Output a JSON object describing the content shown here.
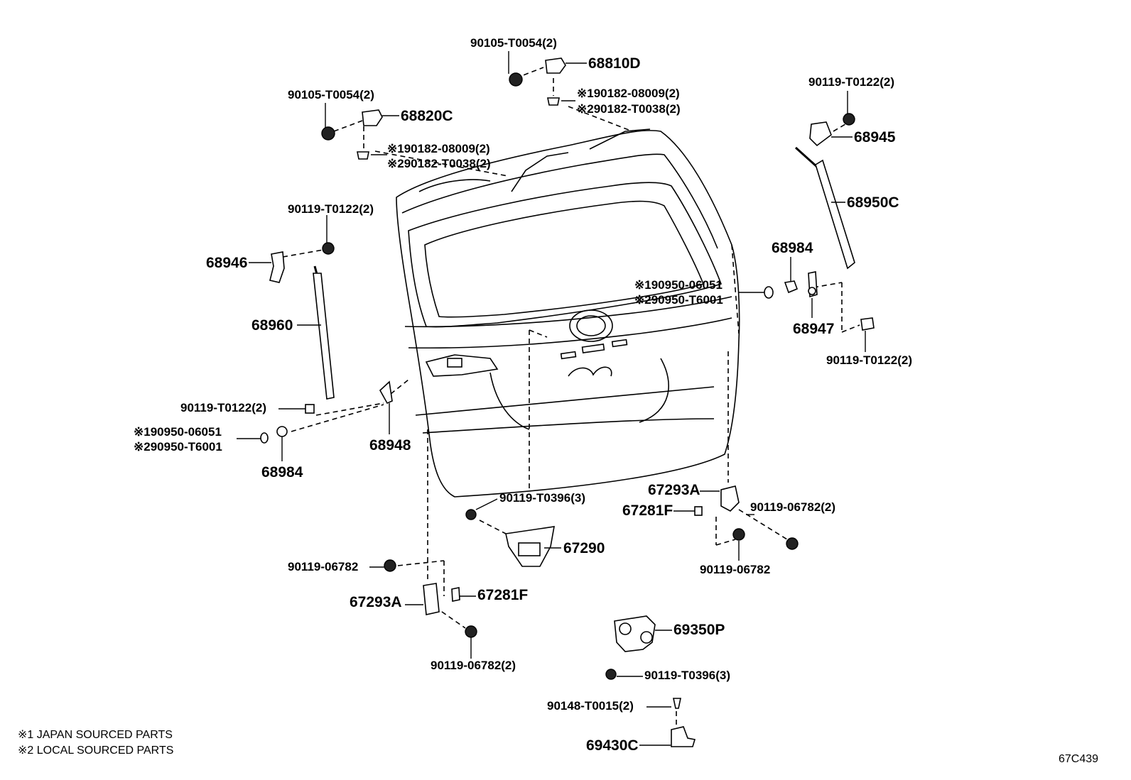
{
  "callouts": {
    "c68810D": "68810D",
    "c68810D_bolt": "90105-T0054(2)",
    "c68810D_nut1": "※190182-08009(2)",
    "c68810D_nut2": "※290182-T0038(2)",
    "c68820C": "68820C",
    "c68820C_bolt": "90105-T0054(2)",
    "c68820C_nut1": "※190182-08009(2)",
    "c68820C_nut2": "※290182-T0038(2)",
    "c68945_bolt": "90119-T0122(2)",
    "c68945": "68945",
    "c68950C": "68950C",
    "c68984_right": "68984",
    "c_ring_r1": "※190950-06051",
    "c_ring_r2": "※290950-T6001",
    "c68947": "68947",
    "c68947_bolt": "90119-T0122(2)",
    "c68946_bolt": "90119-T0122(2)",
    "c68946": "68946",
    "c68960": "68960",
    "c68948_bolt": "90119-T0122(2)",
    "c_ring_l1": "※190950-06051",
    "c_ring_l2": "※290950-T6001",
    "c68984_left": "68984",
    "c68948": "68948",
    "c67290_bolt": "90119-T0396(3)",
    "c67290": "67290",
    "c67293A_right": "67293A",
    "c67281F_right": "67281F",
    "c67293A_right_bolt": "90119-06782(2)",
    "c67281F_right_bolt": "90119-06782",
    "c67293A_left_bolt": "90119-06782",
    "c67293A_left": "67293A",
    "c67281F_left": "67281F",
    "c67293A_left_bolt2": "90119-06782(2)",
    "c69350P": "69350P",
    "c69350P_bolt": "90119-T0396(3)",
    "c69430C_screw": "90148-T0015(2)",
    "c69430C": "69430C"
  },
  "notes": {
    "japan": "※1 JAPAN SOURCED PARTS",
    "local": "※2 LOCAL SOURCED PARTS"
  },
  "figure_id": "67C439"
}
